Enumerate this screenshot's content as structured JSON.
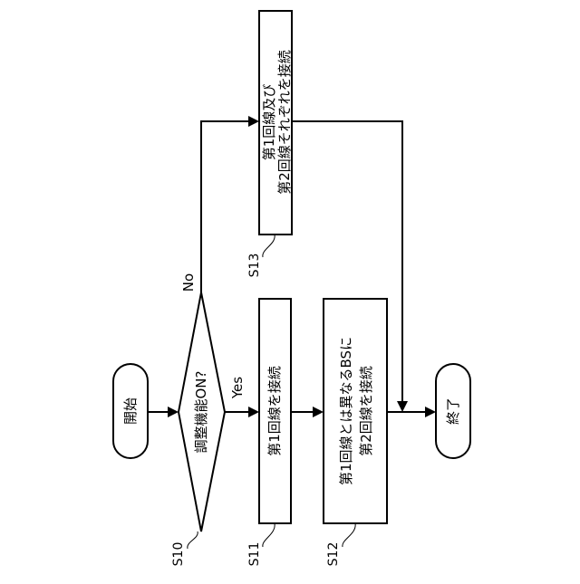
{
  "nodes": {
    "start": "開始",
    "decision": "調整機能ON?",
    "s11": "第1回線を接続",
    "s12": [
      "第1回線とは異なるBSに",
      "第2回線を接続"
    ],
    "s13": [
      "第1回線及び",
      "第2回線それぞれを接続"
    ],
    "end": "終了"
  },
  "branches": {
    "yes": "Yes",
    "no": "No"
  },
  "steps": {
    "s10": "S10",
    "s11": "S11",
    "s12": "S12",
    "s13": "S13"
  }
}
